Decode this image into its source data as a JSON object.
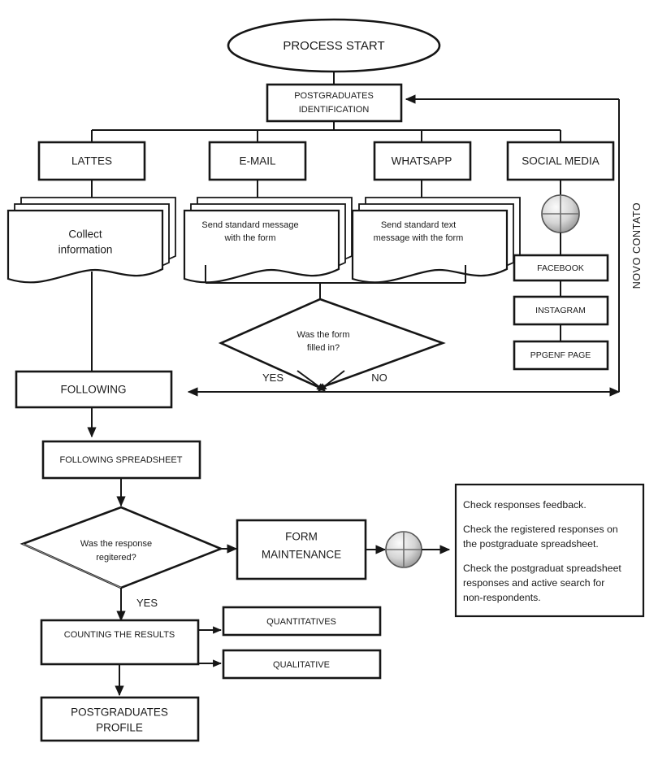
{
  "diagram": {
    "title_text": "PROCESS START",
    "side_label": "NOVO CONTATO",
    "nodes": {
      "start": "PROCESS START",
      "identification_line1": "POSTGRADUATES",
      "identification_line2": "IDENTIFICATION",
      "channel_lattes": "LATTES",
      "channel_email": "E-MAIL",
      "channel_whatsapp": "WHATSAPP",
      "channel_social": "SOCIAL MEDIA",
      "doc_lattes_line1": "Collect",
      "doc_lattes_line2": "information",
      "doc_email_line1": "Send standard message",
      "doc_email_line2": "with the form",
      "doc_whatsapp_line1": "Send standard text",
      "doc_whatsapp_line2": "message with the form",
      "social_facebook": "FACEBOOK",
      "social_instagram": "INSTAGRAM",
      "social_ppgenf": "PPGENF PAGE",
      "decision1_line1": "Was the form",
      "decision1_line2": "filled in?",
      "following": "FOLLOWING",
      "following_spreadsheet": "FOLLOWING SPREADSHEET",
      "decision2_line1": "Was the response",
      "decision2_line2": "regitered?",
      "form_maintenance_line1": "FORM",
      "form_maintenance_line2": "MAINTENANCE",
      "counting_results": "COUNTING THE RESULTS",
      "quantitatives": "QUANTITATIVES",
      "qualitative": "QUALITATIVE",
      "profile_line1": "POSTGRADUATES",
      "profile_line2": "PROFILE"
    },
    "edge_labels": {
      "yes_form": "YES",
      "no_form": "NO",
      "yes_response": "YES"
    },
    "notes": {
      "line1": "Check responses feedback.",
      "line2a": "Check the registered responses on",
      "line2b": "the postgraduate spreadsheet.",
      "line3a": "Check the postgraduat spreadsheet",
      "line3b": "responses and active search for",
      "line3c": "non-respondents."
    },
    "colors": {
      "stroke": "#161616",
      "fill": "#ffffff",
      "text": "#1a1a1a",
      "connector_circle_light": "#f2f2f2",
      "connector_circle_dark": "#8d8d8d"
    }
  }
}
